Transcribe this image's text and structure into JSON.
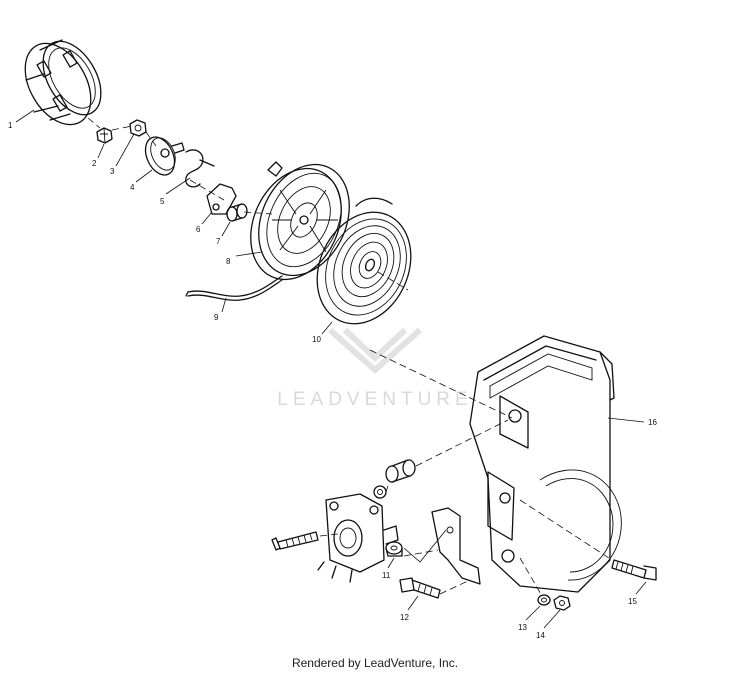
{
  "watermark": {
    "text": "LEADVENTURE"
  },
  "footer": {
    "text": "Rendered by LeadVenture, Inc."
  },
  "callouts": [
    "1",
    "2",
    "3",
    "4",
    "5",
    "6",
    "7",
    "8",
    "9",
    "10",
    "11",
    "12",
    "13",
    "14",
    "15",
    "16"
  ]
}
